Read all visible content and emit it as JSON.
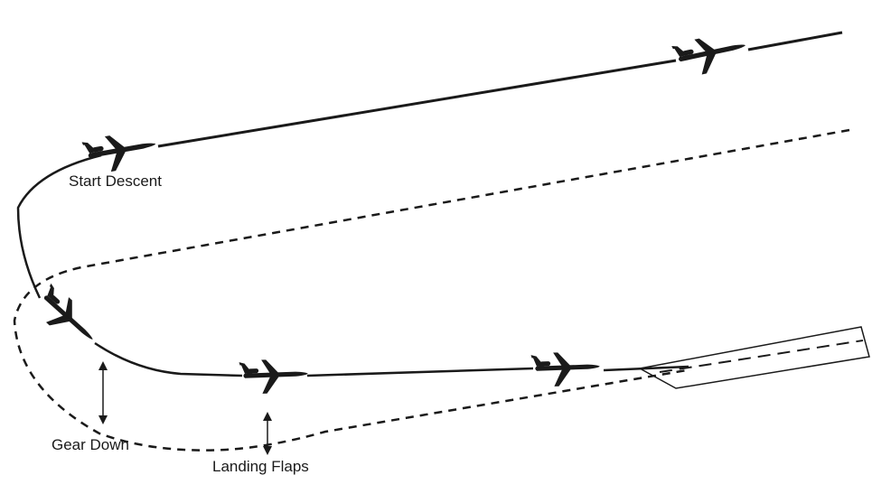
{
  "labels": {
    "start_descent": "Start Descent",
    "gear_down": "Gear Down",
    "landing_flaps": "Landing Flaps"
  },
  "colors": {
    "ink": "#1a1a1a",
    "background": "#ffffff"
  }
}
